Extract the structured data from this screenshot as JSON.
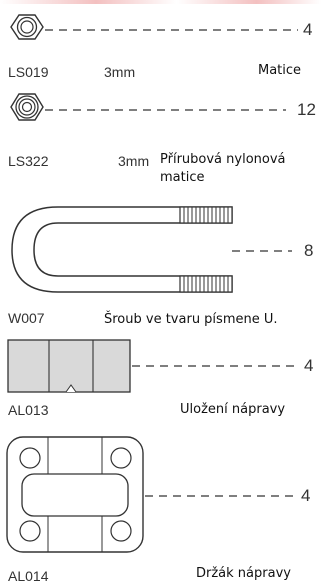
{
  "items": [
    {
      "code": "LS019",
      "size": "3mm",
      "name": "Matice",
      "qty": "4"
    },
    {
      "code": "LS322",
      "size": "3mm",
      "name": "Přírubová nylonová matice",
      "qty": "12"
    },
    {
      "code": "W007",
      "size": "",
      "name": "Šroub ve tvaru písmene U.",
      "qty": "8"
    },
    {
      "code": "AL013",
      "size": "",
      "name": "Uložení nápravy",
      "qty": "4"
    },
    {
      "code": "AL014",
      "size": "",
      "name": "Držák nápravy",
      "qty": "4"
    }
  ],
  "colors": {
    "accent": "#e43b3b",
    "line": "#333333",
    "shade": "#d9d9d9"
  }
}
